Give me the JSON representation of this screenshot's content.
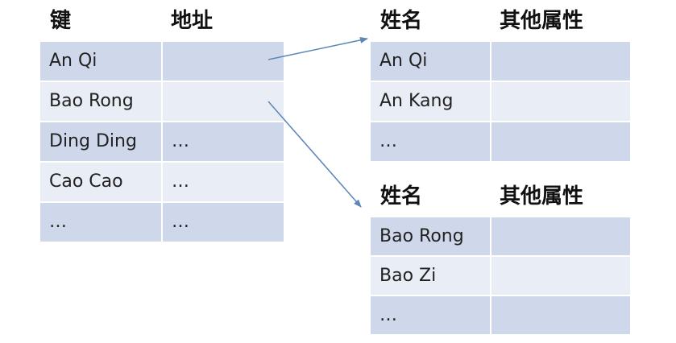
{
  "left_table": {
    "headers": [
      "键",
      "地址"
    ],
    "rows": [
      [
        "An Qi",
        ""
      ],
      [
        "Bao Rong",
        ""
      ],
      [
        "Ding Ding",
        "…"
      ],
      [
        "Cao Cao",
        "…"
      ],
      [
        "…",
        "…"
      ]
    ]
  },
  "right_table_1": {
    "headers": [
      "姓名",
      "其他属性"
    ],
    "rows": [
      [
        "An Qi",
        ""
      ],
      [
        "An Kang",
        ""
      ],
      [
        "…",
        ""
      ]
    ]
  },
  "right_table_2": {
    "headers": [
      "姓名",
      "其他属性"
    ],
    "rows": [
      [
        "Bao Rong",
        ""
      ],
      [
        "Bao Zi",
        ""
      ],
      [
        "…",
        ""
      ]
    ]
  },
  "colors": {
    "row_dark": "#cfd8ea",
    "row_light": "#e9edf5",
    "arrow": "#5b86b8"
  }
}
